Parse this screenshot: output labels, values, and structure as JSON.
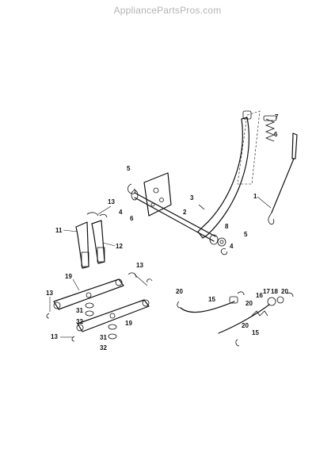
{
  "header": {
    "watermark": "AppliancePartsPros.com"
  },
  "callouts": [
    {
      "id": "c1",
      "text": "1"
    },
    {
      "id": "c2",
      "text": "2"
    },
    {
      "id": "c3",
      "text": "3"
    },
    {
      "id": "c4a",
      "text": "4"
    },
    {
      "id": "c4b",
      "text": "4"
    },
    {
      "id": "c5a",
      "text": "5"
    },
    {
      "id": "c5b",
      "text": "5"
    },
    {
      "id": "c6a",
      "text": "6"
    },
    {
      "id": "c6b",
      "text": "6"
    },
    {
      "id": "c7",
      "text": "7"
    },
    {
      "id": "c8",
      "text": "8"
    },
    {
      "id": "c11",
      "text": "11"
    },
    {
      "id": "c12",
      "text": "12"
    },
    {
      "id": "c13a",
      "text": "13"
    },
    {
      "id": "c13b",
      "text": "13"
    },
    {
      "id": "c13c",
      "text": "13"
    },
    {
      "id": "c13d",
      "text": "13"
    },
    {
      "id": "c15a",
      "text": "15"
    },
    {
      "id": "c15b",
      "text": "15"
    },
    {
      "id": "c16",
      "text": "16"
    },
    {
      "id": "c17",
      "text": "17"
    },
    {
      "id": "c18",
      "text": "18"
    },
    {
      "id": "c19a",
      "text": "19"
    },
    {
      "id": "c19b",
      "text": "19"
    },
    {
      "id": "c20a",
      "text": "20"
    },
    {
      "id": "c20b",
      "text": "20"
    },
    {
      "id": "c20c",
      "text": "20"
    },
    {
      "id": "c20d",
      "text": "20"
    },
    {
      "id": "c31a",
      "text": "31"
    },
    {
      "id": "c31b",
      "text": "31"
    },
    {
      "id": "c32a",
      "text": "32"
    },
    {
      "id": "c32b",
      "text": "32"
    }
  ]
}
